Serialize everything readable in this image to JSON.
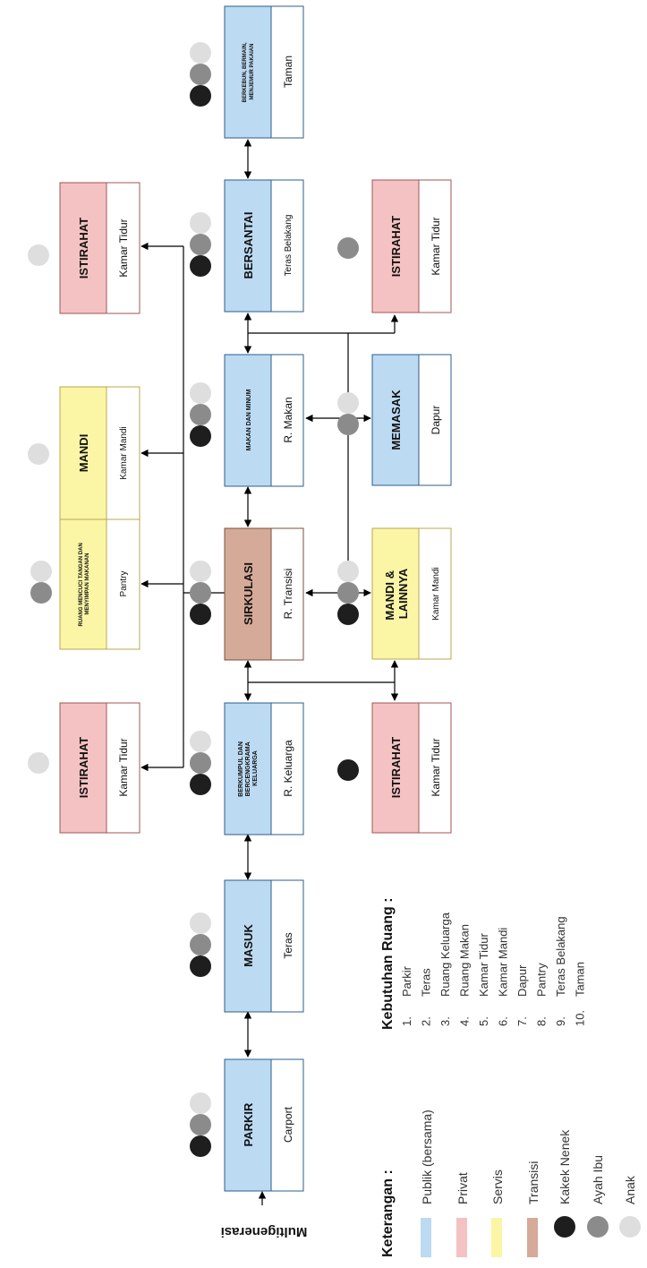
{
  "title": "Multigenerasi",
  "colors": {
    "publik": "#bcdaf2",
    "privat": "#f4c2c2",
    "servis": "#fbf5a6",
    "transisi": "#d6aa98",
    "kakek_nenek": "#1e1e1e",
    "ayah_ibu": "#8b8b8b",
    "anak": "#dedede"
  },
  "nodes": {
    "parkir": {
      "activity": "PARKIR",
      "room": "Carport"
    },
    "masuk": {
      "activity": "MASUK",
      "room": "Teras"
    },
    "berkumpul": {
      "activity": "BERKUMPUL DAN BERCENGKRAMA KELUARGA",
      "room": "R. Keluarga"
    },
    "sirkulasi": {
      "activity": "SIRKULASI",
      "room": "R. Transisi"
    },
    "makan": {
      "activity": "MAKAN DAN MINUM",
      "room": "R. Makan"
    },
    "bersantai": {
      "activity": "BERSANTAI",
      "room": "Teras Belakang"
    },
    "berkebun": {
      "activity": "BERKEBUN, BERMAIN, MENJEMUR PAKAIAN",
      "room": "Taman"
    },
    "istirahat_top_1": {
      "activity": "ISTIRAHAT",
      "room": "Kamar Tidur"
    },
    "istirahat_top_2": {
      "activity": "ISTIRAHAT",
      "room": "Kamar Tidur"
    },
    "ruang_cuci": {
      "activity": "RUANG MENCUCI TANGAN DAN MENYIMPAN MAKANAN",
      "room": "Pantry"
    },
    "mandi_top": {
      "activity": "MANDI",
      "room": "Kamar Mandi"
    },
    "istirahat_bot_1": {
      "activity": "ISTIRAHAT",
      "room": "Kamar Tidur"
    },
    "mandi_bot": {
      "activity": "MANDI & LAINNYA",
      "room": "Kamar Mandi"
    },
    "memasak": {
      "activity": "MEMASAK",
      "room": "Dapur"
    },
    "istirahat_bot_2": {
      "activity": "ISTIRAHAT",
      "room": "Kamar Tidur"
    }
  },
  "legend": {
    "title": "Keterangan :",
    "items": [
      "Publik (bersama)",
      "Privat",
      "Servis",
      "Transisi",
      "Kakek Nenek",
      "Ayah Ibu",
      "Anak"
    ]
  },
  "kebutuhan": {
    "title": "Kebutuhan Ruang :",
    "items": [
      {
        "num": "1.",
        "name": "Parkir"
      },
      {
        "num": "2.",
        "name": "Teras"
      },
      {
        "num": "3.",
        "name": "Ruang Keluarga"
      },
      {
        "num": "4.",
        "name": "Ruang Makan"
      },
      {
        "num": "5.",
        "name": "Kamar Tidur"
      },
      {
        "num": "6.",
        "name": "Kamar Mandi"
      },
      {
        "num": "7.",
        "name": "Dapur"
      },
      {
        "num": "8.",
        "name": "Pantry"
      },
      {
        "num": "9.",
        "name": "Teras Belakang"
      },
      {
        "num": "10.",
        "name": "Taman"
      }
    ]
  }
}
